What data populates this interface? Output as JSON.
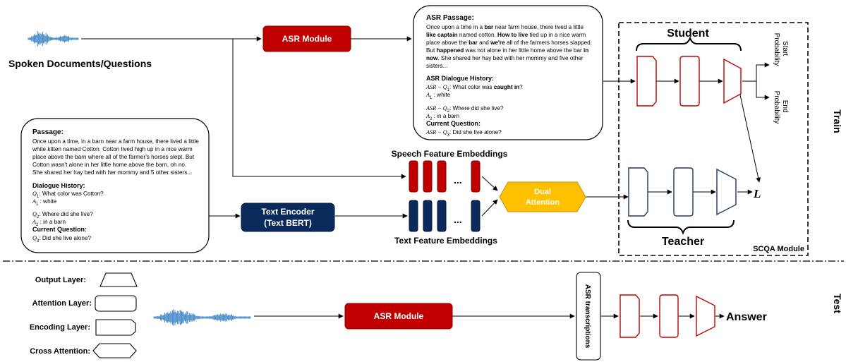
{
  "inputs": {
    "spoken_label": "Spoken Documents/Questions"
  },
  "asr_module": {
    "label": "ASR Module"
  },
  "asr_passage": {
    "heading": "ASR Passage:",
    "lines": [
      [
        {
          "t": "Once upon a time in a "
        },
        {
          "t": "bar",
          "b": true
        },
        {
          "t": " near farm house, there lived a little"
        }
      ],
      [
        {
          "t": "like captain",
          "b": true
        },
        {
          "t": " named cotton. "
        },
        {
          "t": "How to live",
          "b": true
        },
        {
          "t": " tied up in a nice warm"
        }
      ],
      [
        {
          "t": "place above  the "
        },
        {
          "t": "bar",
          "b": true
        },
        {
          "t": " and "
        },
        {
          "t": "we're",
          "b": true
        },
        {
          "t": " all of the farmers horses slapped."
        }
      ],
      [
        {
          "t": "But "
        },
        {
          "t": "happened",
          "b": true
        },
        {
          "t": " was not alone in her little home above the bar "
        },
        {
          "t": "in",
          "b": true
        }
      ],
      [
        {
          "t": "now",
          "b": true
        },
        {
          "t": ". She shared her hay bed with her mommy and five other"
        }
      ],
      [
        {
          "t": "sisters..."
        }
      ]
    ],
    "history_heading": "ASR Dialogue History:",
    "q1": [
      {
        "t": "ASR − Q",
        "i": true
      },
      {
        "t": "1",
        "sub": true
      },
      {
        "t": ": What color was "
      },
      {
        "t": "caught in",
        "b": true
      },
      {
        "t": "?"
      }
    ],
    "a1": [
      {
        "t": "A",
        "i": true
      },
      {
        "t": "1",
        "sub": true
      },
      {
        "t": " : white"
      }
    ],
    "q2": [
      {
        "t": "ASR − Q",
        "i": true
      },
      {
        "t": "2",
        "sub": true
      },
      {
        "t": ": Where did she live?"
      }
    ],
    "a2": [
      {
        "t": "A",
        "i": true
      },
      {
        "t": "2",
        "sub": true
      },
      {
        "t": " : in a barn"
      }
    ],
    "current_heading": "Current Question:",
    "q3": [
      {
        "t": "ASR − Q",
        "i": true
      },
      {
        "t": "3",
        "sub": true
      },
      {
        "t": ": Did she live alone?"
      }
    ]
  },
  "text_passage": {
    "heading": "Passage:",
    "lines": [
      "Once upon a time, in a barn near a farm house, there lived a little",
      "white kitten named Cotton. Cotton lived high   up in a nice warm",
      "place above the barn where all of the farmer's horses slept. But",
      "Cotton wasn't alone in her little home above the barn, oh no.",
      "She shared her hay bed with her mommy and 5 other sisters..."
    ],
    "history_heading": "Dialogue History:",
    "q1": [
      {
        "t": "Q",
        "i": true
      },
      {
        "t": "1",
        "sub": true
      },
      {
        "t": ": What color was Cotton?"
      }
    ],
    "a1": [
      {
        "t": "A",
        "i": true
      },
      {
        "t": "1",
        "sub": true
      },
      {
        "t": " : white"
      }
    ],
    "q2": [
      {
        "t": "Q",
        "i": true
      },
      {
        "t": "2",
        "sub": true
      },
      {
        "t": ": Where did she live?"
      }
    ],
    "a2": [
      {
        "t": "A",
        "i": true
      },
      {
        "t": "2",
        "sub": true
      },
      {
        "t": " : in a barn"
      }
    ],
    "current_heading": "Current Question:",
    "q3": [
      {
        "t": "Q",
        "i": true
      },
      {
        "t": "3",
        "sub": true
      },
      {
        "t": ": Did she live alone?"
      }
    ]
  },
  "text_encoder": {
    "line1": "Text Encoder",
    "line2": "(Text BERT)"
  },
  "embeddings": {
    "speech_label": "Speech Feature Embeddings",
    "text_label": "Text Feature Embeddings",
    "ellipsis": "..."
  },
  "dual_attention": {
    "line1": "Dual",
    "line2": "Attention"
  },
  "scqa": {
    "student_label": "Student",
    "teacher_label": "Teacher",
    "module_label": "SCQA Module",
    "start_prob": [
      "Start",
      "Probability"
    ],
    "end_prob": [
      "End",
      "Probability"
    ],
    "loss_label": "L"
  },
  "side_labels": {
    "train": "Train",
    "test": "Test"
  },
  "legend": {
    "output": "Output Layer:",
    "attention": "Attention Layer:",
    "encoding": "Encoding Layer:",
    "cross": "Cross Attention:"
  },
  "test_row": {
    "asr_module": "ASR Module",
    "asr_transcriptions": "ASR transcriptions",
    "answer": "Answer"
  },
  "colors": {
    "red": "#c00000",
    "navy": "#0b2a5c",
    "gold": "#ffc000",
    "waveform": "#3d86c6",
    "student_stroke": "#c00000",
    "teacher_stroke": "#203864"
  }
}
